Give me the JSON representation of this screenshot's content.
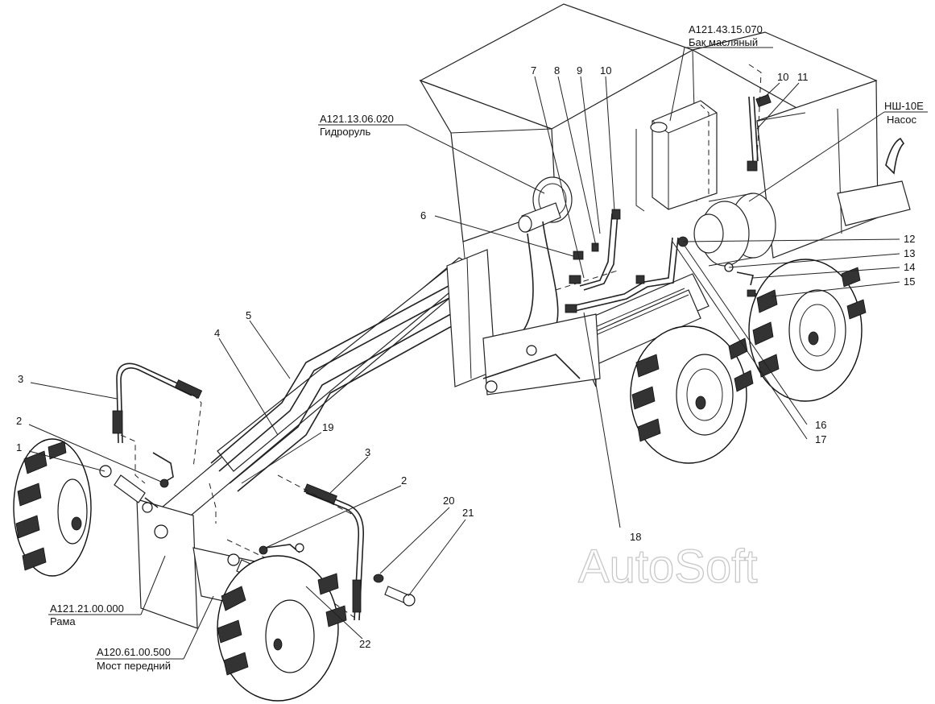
{
  "callouts": {
    "n1": "1",
    "n2a": "2",
    "n2b": "2",
    "n3a": "3",
    "n3b": "3",
    "n4": "4",
    "n5": "5",
    "n6": "6",
    "n7": "7",
    "n8": "8",
    "n9": "9",
    "n10a": "10",
    "n10b": "10",
    "n11": "11",
    "n12": "12",
    "n13": "13",
    "n14": "14",
    "n15": "15",
    "n16": "16",
    "n17": "17",
    "n18": "18",
    "n19": "19",
    "n20": "20",
    "n21": "21",
    "n22": "22"
  },
  "references": {
    "oil_tank_code": "А121.43.15.070",
    "oil_tank_name": "Бак масляный",
    "steering_code": "А121.13.06.020",
    "steering_name": "Гидроруль",
    "pump_code": "НШ-10Е",
    "pump_name": "Насос",
    "frame_code": "А121.21.00.000",
    "frame_name": "Рама",
    "axle_code": "А120.61.00.500",
    "axle_name": "Мост передний"
  },
  "watermark": "AutoSoft"
}
